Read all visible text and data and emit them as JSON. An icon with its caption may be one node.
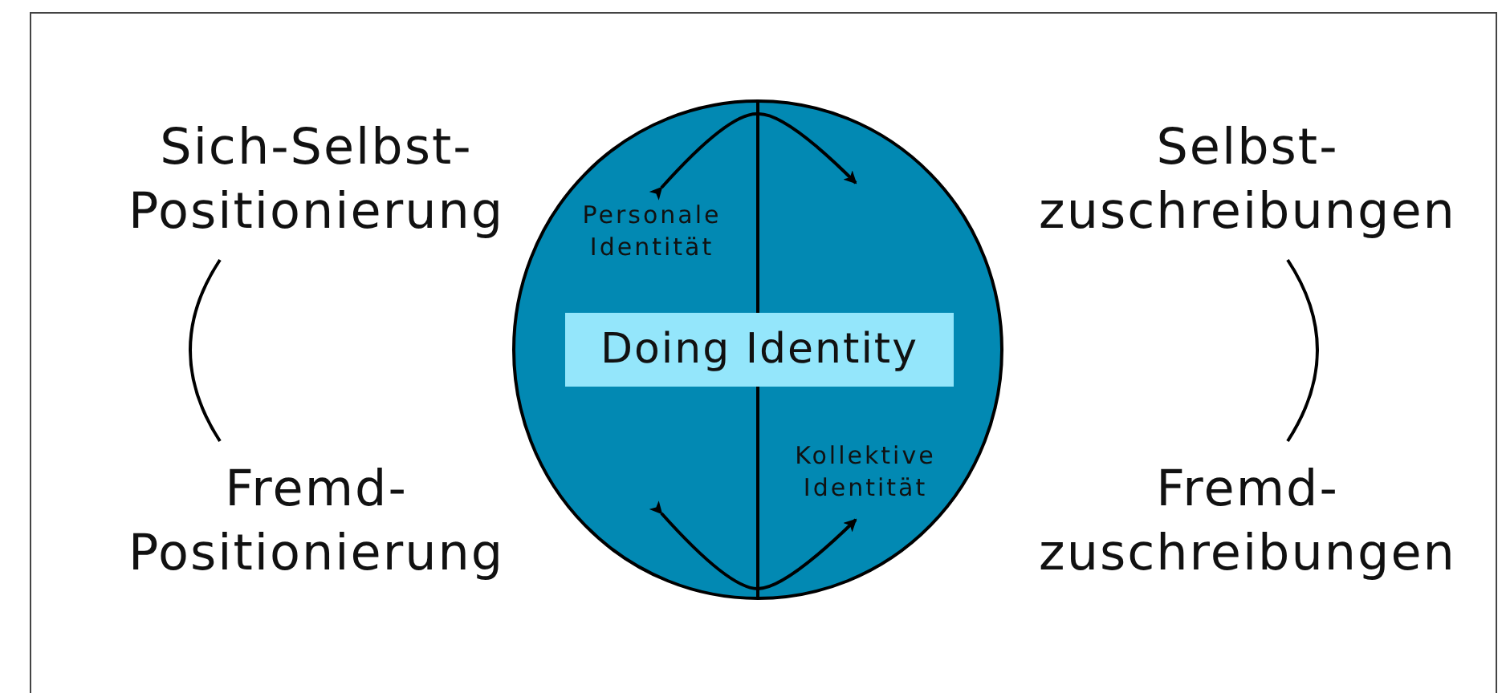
{
  "diagram": {
    "nodes": [
      {
        "text": [
          "Personale Identität",
          "Kollektive Identität"
        ]
      },
      {
        "text": [
          "Doing Identity"
        ],
        "in": 0
      }
    ],
    "labels": [
      "Sich-Selbst- Positionierung",
      "Selbst- zuschreibungen",
      "Fremd- Positionierung",
      "Fremd- zuschreibungen"
    ]
  }
}
